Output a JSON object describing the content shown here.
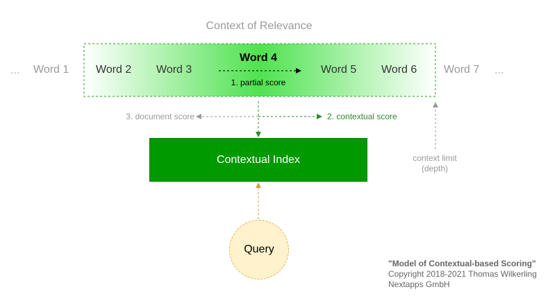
{
  "diagram": {
    "context_title": "Context of Relevance",
    "ellipsis_left": "...",
    "ellipsis_right": "...",
    "words": {
      "w1": "Word 1",
      "w2": "Word 2",
      "w3": "Word 3",
      "w4": "Word 4",
      "w5": "Word 5",
      "w6": "Word 6",
      "w7": "Word 7"
    },
    "partial_score": "1. partial score",
    "contextual_score": "2. contextual score",
    "document_score": "3. document score",
    "context_limit": {
      "line1": "context limit",
      "line2": "(depth)"
    },
    "index_label": "Contextual Index",
    "query_label": "Query",
    "credits": {
      "title": "\"Model of Contextual-based Scoring\"",
      "copyright": "Copyright 2018-2021 Thomas Wilkerling",
      "company": "Nextapps GmbH"
    }
  },
  "colors": {
    "context_green": "#3ddc3d",
    "index_green": "#009900",
    "contextual_score": "#2a8a2a",
    "query_fill": "#fff2cc",
    "query_stroke": "#d6b656",
    "muted_gray": "#999999"
  }
}
